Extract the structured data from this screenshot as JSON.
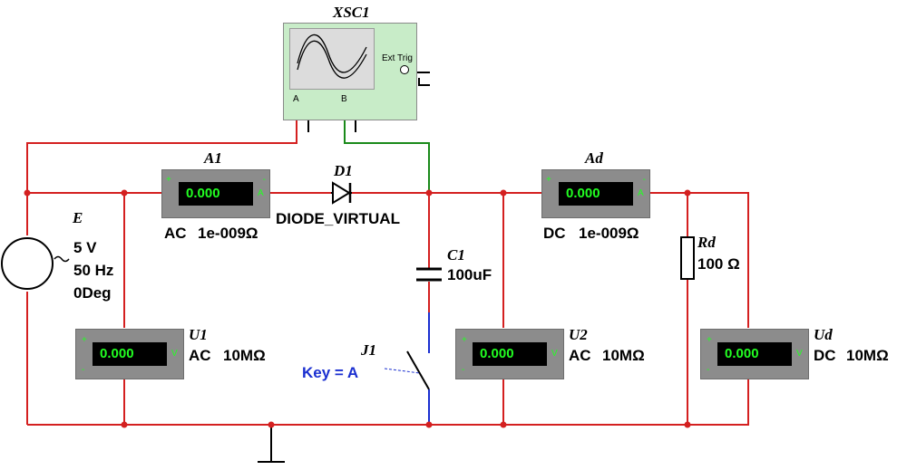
{
  "oscilloscope": {
    "ref": "XSC1",
    "channel_a": "A",
    "channel_b": "B",
    "ext_trig": "Ext Trig"
  },
  "source": {
    "ref": "E",
    "voltage": "5 V",
    "frequency": "50 Hz",
    "phase": "0Deg"
  },
  "ammeter_a1": {
    "ref": "A1",
    "reading": "0.000",
    "mode": "AC",
    "resistance": "1e-009Ω",
    "unit": "A",
    "plus": "+",
    "minus": "-"
  },
  "diode": {
    "ref": "D1",
    "model": "DIODE_VIRTUAL"
  },
  "ammeter_ad": {
    "ref": "Ad",
    "reading": "0.000",
    "mode": "DC",
    "resistance": "1e-009Ω",
    "unit": "A",
    "plus": "+",
    "minus": "-"
  },
  "capacitor": {
    "ref": "C1",
    "value": "100uF"
  },
  "resistor": {
    "ref": "Rd",
    "value": "100 Ω"
  },
  "voltmeter_u1": {
    "ref": "U1",
    "reading": "0.000",
    "mode": "AC",
    "resistance": "10MΩ",
    "unit": "V",
    "plus": "+",
    "minus": "-"
  },
  "voltmeter_u2": {
    "ref": "U2",
    "reading": "0.000",
    "mode": "AC",
    "resistance": "10MΩ",
    "unit": "V",
    "plus": "+",
    "minus": "-"
  },
  "voltmeter_ud": {
    "ref": "Ud",
    "reading": "0.000",
    "mode": "DC",
    "resistance": "10MΩ",
    "unit": "V",
    "plus": "+",
    "minus": "-"
  },
  "switch": {
    "ref": "J1",
    "key_label": "Key = A"
  },
  "colors": {
    "wire": "#d42020",
    "scope_wire": "#1a8a1a",
    "switch_wire": "#1a2fd0",
    "meter_body": "#8c8c8c",
    "meter_text": "#22ff22",
    "scope_body": "#c8ecc8"
  }
}
